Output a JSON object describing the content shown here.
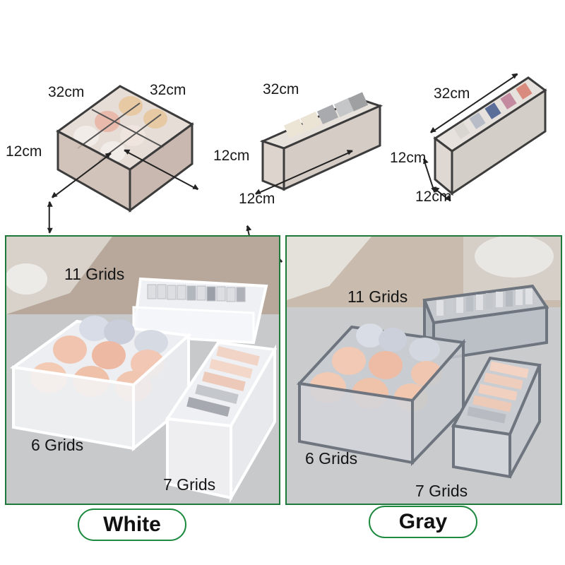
{
  "dimension_panels": [
    {
      "name": "6-grid",
      "labels": [
        "32cm",
        "32cm",
        "12cm"
      ]
    },
    {
      "name": "7-grid",
      "labels": [
        "32cm",
        "12cm",
        "12cm"
      ]
    },
    {
      "name": "11-grid",
      "labels": [
        "32cm",
        "12cm",
        "12cm"
      ]
    }
  ],
  "photos": {
    "white": {
      "labels": [
        "11 Grids",
        "6 Grids",
        "7 Grids"
      ]
    },
    "gray": {
      "labels": [
        "11 Grids",
        "6 Grids",
        "7 Grids"
      ]
    }
  },
  "color_options": [
    "White",
    "Gray"
  ],
  "colors": {
    "frame_green": "#1d7a3a",
    "mesh_white": "#f4f6fa",
    "mesh_gray": "#6e757f",
    "table": "#c9cbcd"
  }
}
